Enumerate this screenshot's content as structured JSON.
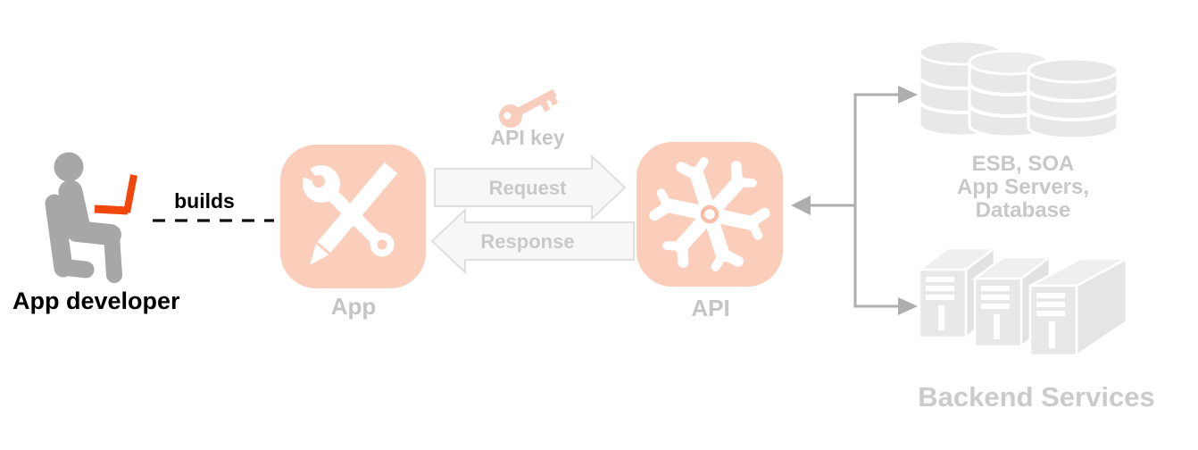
{
  "diagram": {
    "developer": {
      "label": "App developer",
      "builds_label": "builds"
    },
    "app": {
      "label": "App"
    },
    "api": {
      "label": "API"
    },
    "api_key": {
      "label": "API key"
    },
    "arrows": {
      "request_label": "Request",
      "response_label": "Response"
    },
    "backend": {
      "esb_line1": "ESB, SOA",
      "esb_line2": "App Servers,",
      "esb_line3": "Database",
      "services_label": "Backend Services"
    },
    "icons": {
      "person": "seated-developer-figure",
      "laptop": "orange-laptop",
      "app": "wrench-and-pencil-icon",
      "api": "spoke-asterisk-icon",
      "key": "key-icon",
      "databases": "stacked-database-cylinders",
      "servers": "server-towers"
    },
    "colors": {
      "accent_salmon": "#FBCEBC",
      "accent_ring": "#F9BDA8",
      "laptop_orange": "#F2470C",
      "figure_gray": "#A7A7A7",
      "faded_gray": "#E8E8E8",
      "label_gray": "#C6C6C6",
      "connector_gray": "#AEAEAE",
      "arrow_fill": "#F7F7F7",
      "text_black": "#000000"
    }
  }
}
